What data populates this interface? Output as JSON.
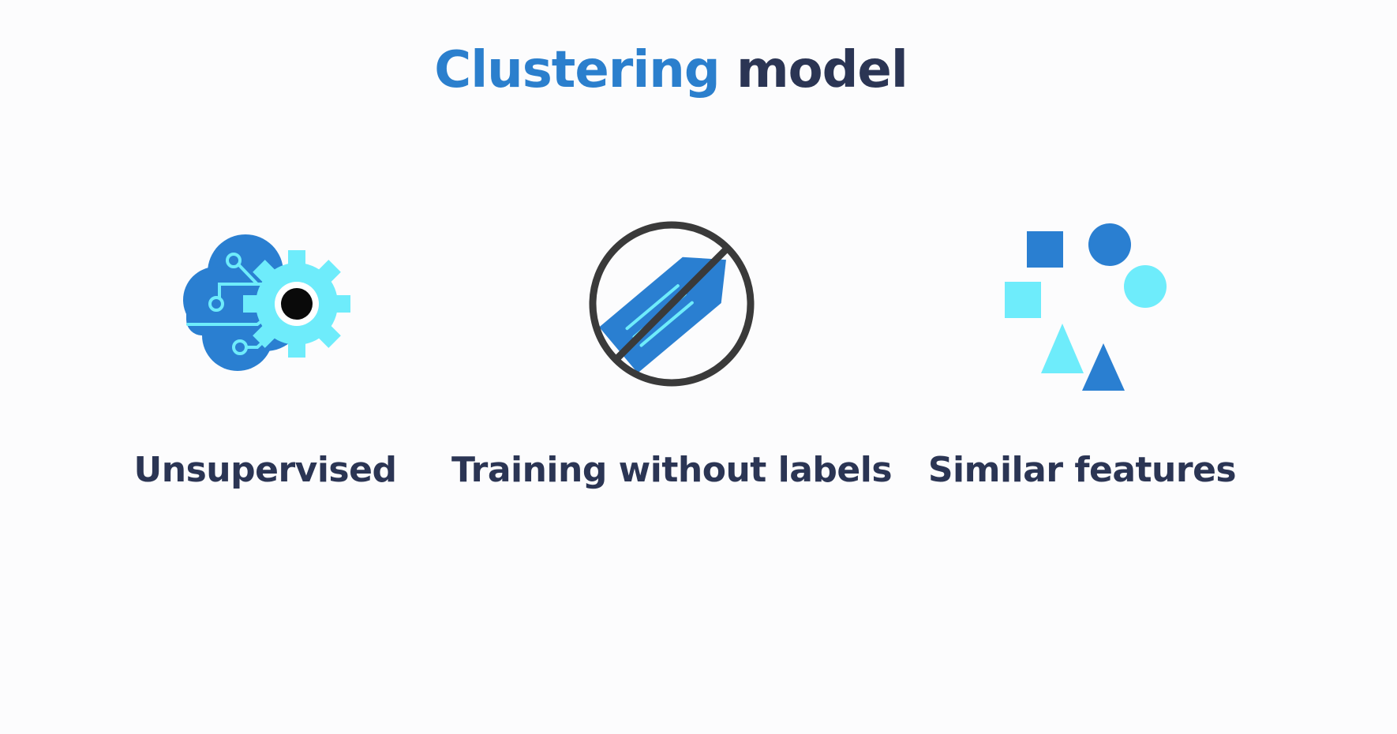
{
  "slide": {
    "title_accent": "Clustering",
    "title_rest": "model"
  },
  "columns": [
    {
      "icon": "cloud-gear-brain-icon",
      "caption": "Unsupervised"
    },
    {
      "icon": "no-label-tag-icon",
      "caption": "Training without labels"
    },
    {
      "icon": "shapes-cluster-icon",
      "caption": "Similar features"
    }
  ],
  "colors": {
    "accent_blue": "#2b7fcd",
    "dark_text": "#2b3554",
    "icon_blue": "#2a7fd1",
    "icon_cyan": "#6eecfb",
    "ring_gray": "#3a3a3a"
  }
}
